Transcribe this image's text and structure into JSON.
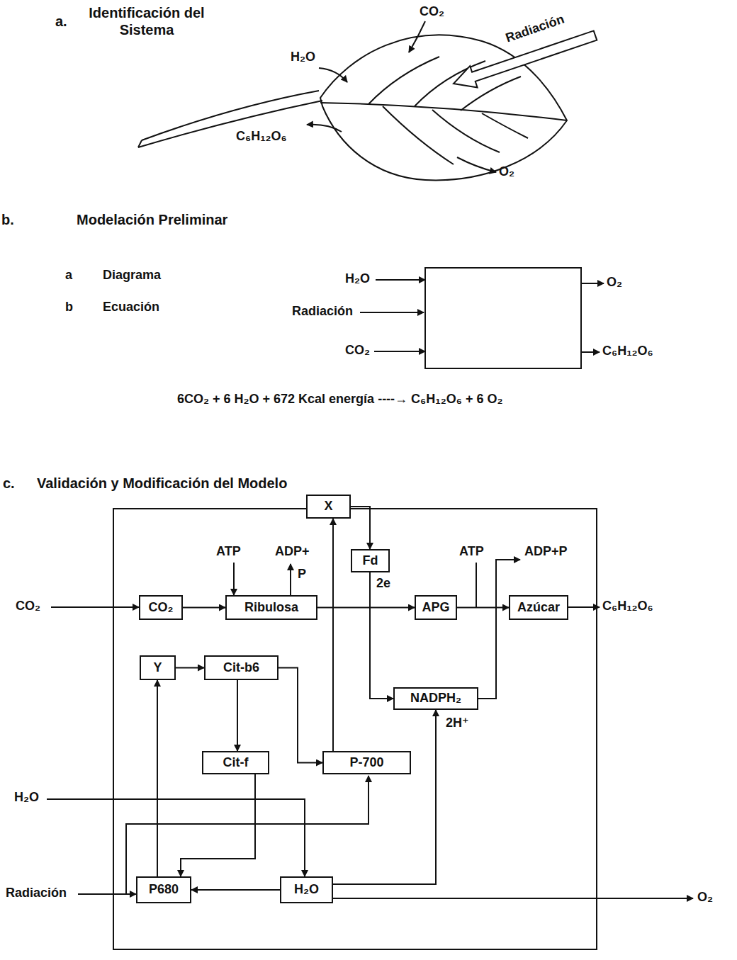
{
  "diagram": {
    "nodes": [
      {
        "text": [
          "X"
        ]
      },
      {
        "text": [
          "Fd"
        ]
      },
      {
        "text": [
          "CO₂"
        ]
      },
      {
        "text": [
          "Ribulosa"
        ]
      },
      {
        "text": [
          "APG"
        ]
      },
      {
        "text": [
          "Azúcar"
        ]
      },
      {
        "text": [
          "Y"
        ]
      },
      {
        "text": [
          "Cit-b6"
        ]
      },
      {
        "text": [
          "NADPH₂"
        ]
      },
      {
        "text": [
          "Cit-f"
        ]
      },
      {
        "text": [
          "P-700"
        ]
      },
      {
        "text": [
          "P680"
        ]
      },
      {
        "text": [
          "H₂O"
        ]
      }
    ],
    "edges": [
      {
        "from": 2,
        "to": 3,
        "arrow": "to"
      },
      {
        "from": 3,
        "to": 4,
        "arrow": "to"
      },
      {
        "from": 10,
        "to": 0,
        "arrow": "to"
      },
      {
        "from": 0,
        "to": 1,
        "arrow": "to"
      },
      {
        "from": 1,
        "to": 8,
        "label": "2e",
        "arrow": "to"
      },
      {
        "from": 4,
        "to": 5,
        "arrow": "to"
      },
      {
        "from": 11,
        "to": 6,
        "arrow": "to"
      },
      {
        "from": 6,
        "to": 7,
        "arrow": "to"
      },
      {
        "from": 7,
        "to": 9,
        "arrow": "to"
      },
      {
        "from": 7,
        "to": 10,
        "arrow": "to"
      },
      {
        "from": 9,
        "to": 11,
        "arrow": "to"
      },
      {
        "from": 12,
        "to": 11,
        "arrow": "to"
      },
      {
        "from": 12,
        "to": 8,
        "label": "2H⁺",
        "arrow": "to"
      }
    ],
    "labels": [
      "a.",
      "Identificación del Sistema",
      "CO₂",
      "H₂O",
      "Radiación",
      "C₆H₁₂O₆",
      "O₂",
      "b.",
      "Modelación Preliminar",
      "a",
      "Diagrama",
      "b",
      "Ecuación",
      "H₂O",
      "Radiación",
      "CO₂",
      "O₂",
      "C₆H₁₂O₆",
      "6CO₂ + 6 H₂O + 672 Kcal energía ----→ C₆H₁₂O₆ + 6 O₂",
      "c.",
      "Validación y Modificación del Modelo",
      "ATP",
      "ADP+",
      "P",
      "ATP",
      "ADP+P",
      "CO₂",
      "C₆H₁₂O₆",
      "H₂O",
      "Radiación",
      "O₂"
    ]
  }
}
